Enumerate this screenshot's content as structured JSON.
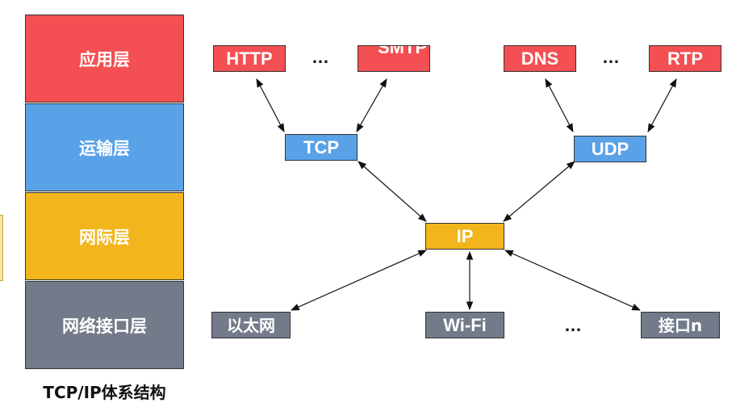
{
  "colors": {
    "application": "#f44f52",
    "transport": "#5aa2e8",
    "internet": "#f2b51c",
    "link": "#737b8a"
  },
  "stack": {
    "layers": [
      {
        "label": "应用层"
      },
      {
        "label": "运输层"
      },
      {
        "label": "网际层"
      },
      {
        "label": "网络接口层"
      }
    ],
    "caption": "TCP/IP体系结构"
  },
  "protocols": {
    "application": {
      "http": "HTTP",
      "smtp": "SMTP",
      "dns": "DNS",
      "rtp": "RTP",
      "ellipsis_left": "…",
      "ellipsis_right": "…"
    },
    "transport": {
      "tcp": "TCP",
      "udp": "UDP"
    },
    "internet": {
      "ip": "IP"
    },
    "link": {
      "ethernet": "以太网",
      "wifi": "Wi-Fi",
      "ellipsis": "…",
      "interface_n": "接口n"
    }
  }
}
